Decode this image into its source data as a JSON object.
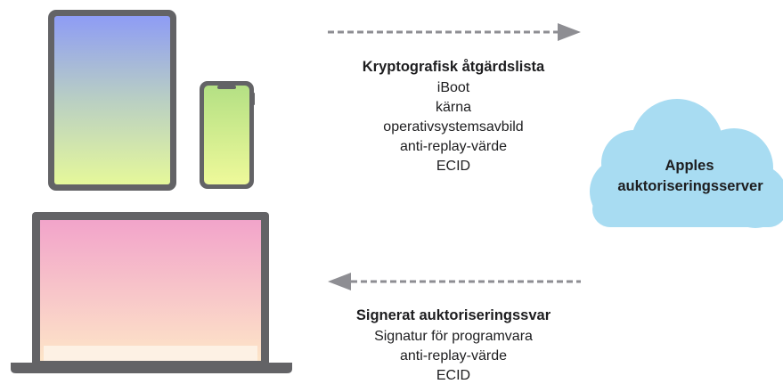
{
  "request": {
    "title": "Kryptografisk åtgärdslista",
    "lines": [
      "iBoot",
      "kärna",
      "operativsystemsavbild",
      "anti-replay-värde",
      "ECID"
    ]
  },
  "response": {
    "title": "Signerat auktoriseringssvar",
    "lines": [
      "Signatur för programvara",
      "anti-replay-värde",
      "ECID"
    ]
  },
  "server": {
    "line1": "Apples",
    "line2": "auktoriseringsserver"
  },
  "devices": [
    "ipad",
    "iphone",
    "mac"
  ],
  "colors": {
    "device_frame": "#636366",
    "ipad_gradient": [
      "#8e9cf5",
      "#e5f89a"
    ],
    "iphone_gradient": [
      "#b6e288",
      "#edf998"
    ],
    "mac_gradient": [
      "#f2a5c9",
      "#fde3c9"
    ],
    "cloud": "#a8dcf2",
    "arrow": "#8e8e93"
  }
}
